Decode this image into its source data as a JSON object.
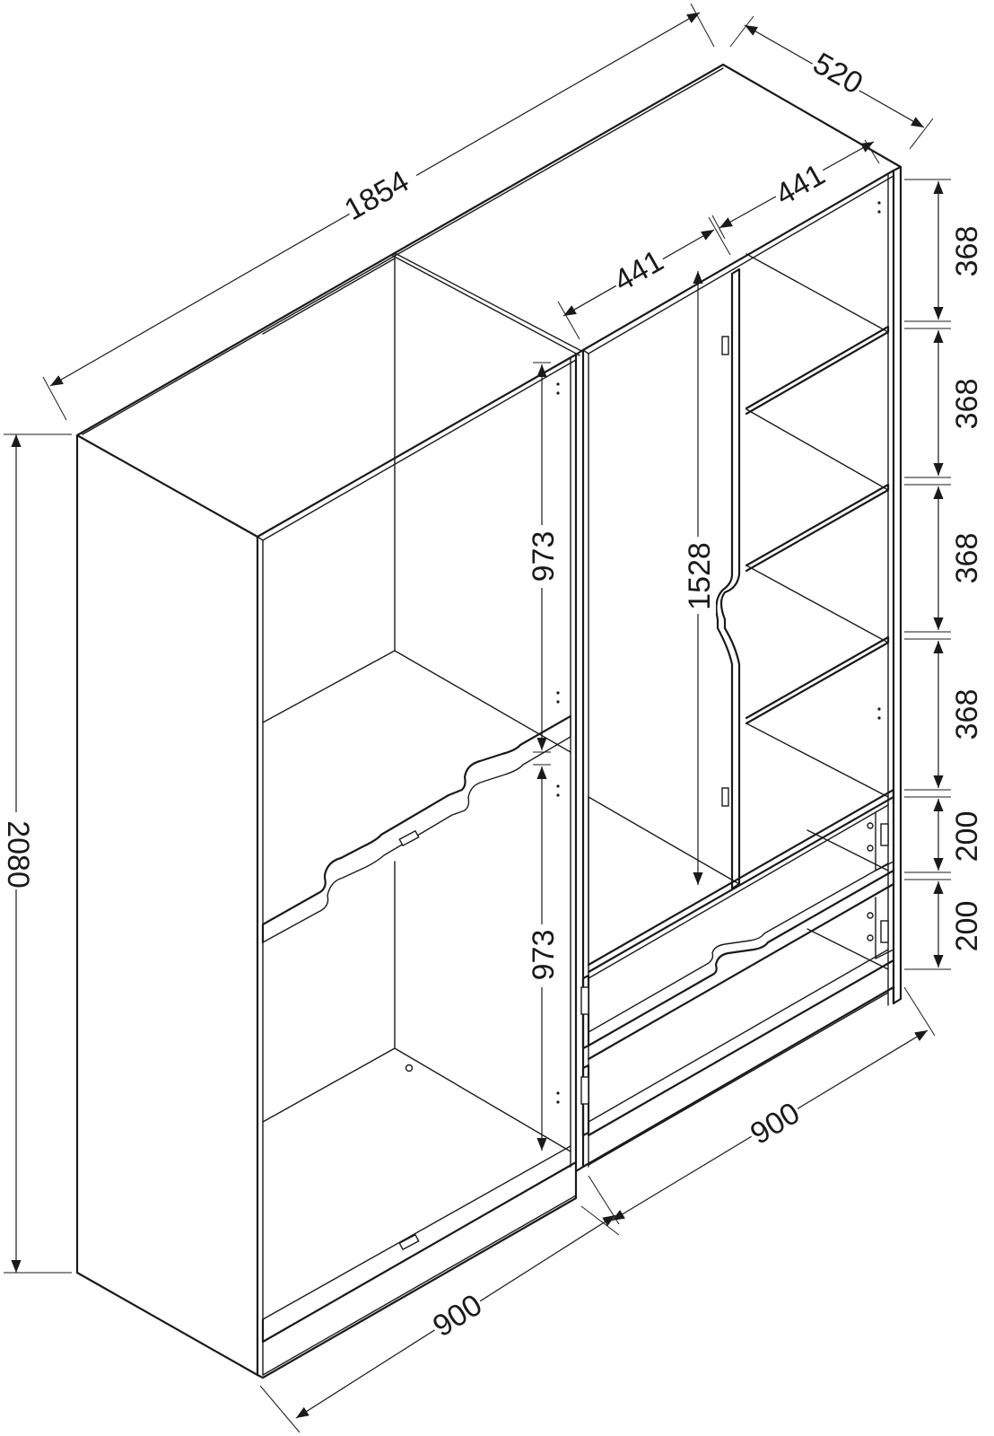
{
  "unit": "mm",
  "dimensions": {
    "total_width": "1854",
    "depth": "520",
    "height": "2080",
    "right_top_left": "441",
    "right_top_right": "441",
    "left_upper_compartment": "973",
    "left_lower_compartment": "973",
    "door_height": "1528",
    "shelf_1": "368",
    "shelf_2": "368",
    "shelf_3": "368",
    "shelf_4": "368",
    "drawer_1": "200",
    "drawer_2": "200",
    "left_unit_width": "900",
    "right_unit_width": "900"
  }
}
